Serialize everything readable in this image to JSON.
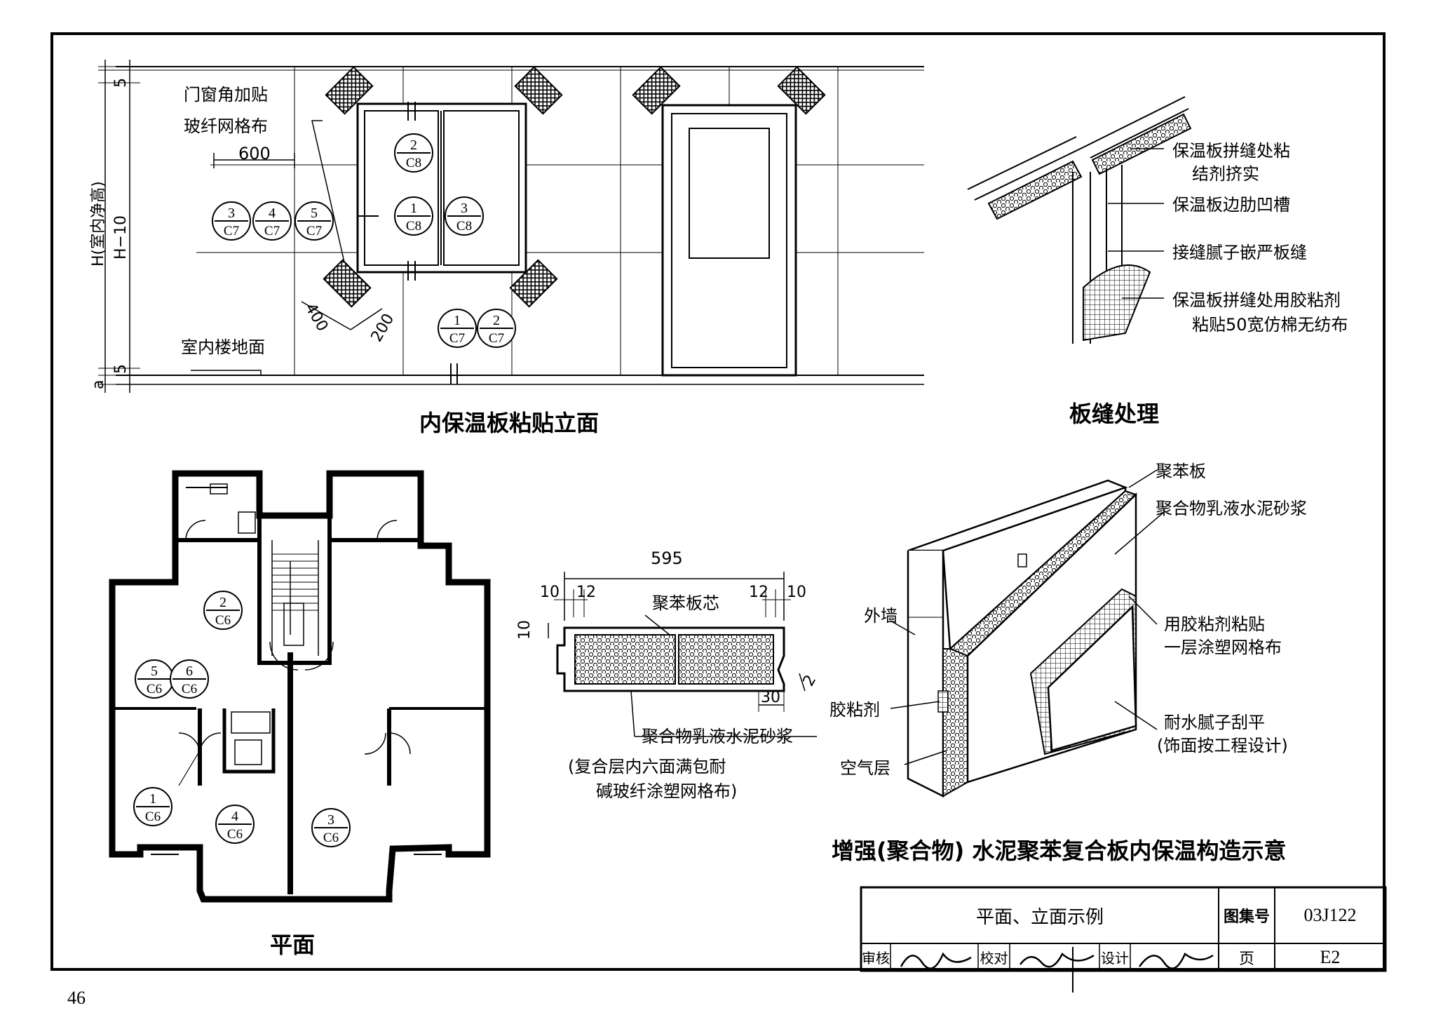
{
  "page_number": "46",
  "elevation": {
    "title": "内保温板粘贴立面",
    "note_line1": "门窗角加贴",
    "note_line2": "玻纤网格布",
    "dim_600": "600",
    "dim_400": "400",
    "dim_200": "200",
    "floor_label": "室内楼地面",
    "height_label": "H(室内净高)",
    "height_inner": "H−10",
    "dim_5_top": "5",
    "dim_5_bottom": "5",
    "dim_a": "a",
    "callouts": [
      {
        "num": "3",
        "ref": "C7"
      },
      {
        "num": "4",
        "ref": "C7"
      },
      {
        "num": "5",
        "ref": "C7"
      },
      {
        "num": "2",
        "ref": "C8"
      },
      {
        "num": "1",
        "ref": "C8"
      },
      {
        "num": "3",
        "ref": "C8"
      },
      {
        "num": "1",
        "ref": "C7"
      },
      {
        "num": "2",
        "ref": "C7"
      }
    ]
  },
  "joint": {
    "title": "板缝处理",
    "note1_line1": "保温板拼缝处粘",
    "note1_line2": "结剂挤实",
    "note2": "保温板边肋凹槽",
    "note3": "接缝腻子嵌严板缝",
    "note4_line1": "保温板拼缝处用胶粘剂",
    "note4_line2": "粘贴50宽仿棉无纺布"
  },
  "plan": {
    "title": "平面",
    "callouts": [
      {
        "num": "2",
        "ref": "C6"
      },
      {
        "num": "5",
        "ref": "C6"
      },
      {
        "num": "6",
        "ref": "C6"
      },
      {
        "num": "1",
        "ref": "C6"
      },
      {
        "num": "4",
        "ref": "C6"
      },
      {
        "num": "3",
        "ref": "C6"
      }
    ]
  },
  "section": {
    "dim_595": "595",
    "dim_10_left": "10",
    "dim_12_left": "12",
    "dim_12_right": "12",
    "dim_10_right": "10",
    "dim_10_side": "10",
    "dim_2": "2",
    "dim_30": "30",
    "core_label": "聚苯板芯",
    "mortar_label": "聚合物乳液水泥砂浆",
    "note_line1": "(复合层内六面满包耐",
    "note_line2": "碱玻纤涂塑网格布)"
  },
  "iso": {
    "title": "增强(聚合物) 水泥聚苯复合板内保温构造示意",
    "polystyrene": "聚苯板",
    "mortar": "聚合物乳液水泥砂浆",
    "mesh_line1": "用胶粘剂粘贴",
    "mesh_line2": "一层涂塑网格布",
    "putty_line1": "耐水腻子刮平",
    "putty_line2": "(饰面按工程设计)",
    "outer_wall": "外墙",
    "adhesive": "胶粘剂",
    "air_layer": "空气层"
  },
  "title_block": {
    "drawing_title": "平面、立面示例",
    "atlas_label": "图集号",
    "atlas_no": "03J122",
    "page_label": "页",
    "page_no": "E2",
    "review_label": "审核",
    "check_label": "校对",
    "design_label": "设计"
  }
}
